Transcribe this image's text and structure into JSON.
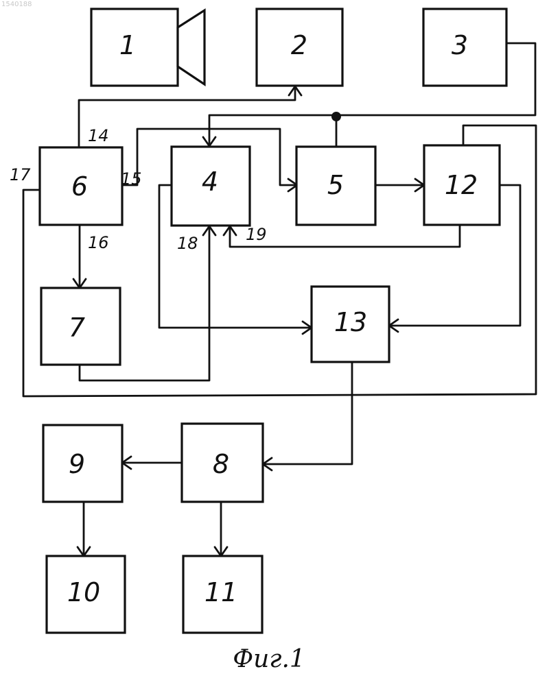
{
  "corner_mark": "1540188",
  "blocks": [
    {
      "id": "1",
      "label": "1"
    },
    {
      "id": "2",
      "label": "2"
    },
    {
      "id": "3",
      "label": "3"
    },
    {
      "id": "4",
      "label": "4"
    },
    {
      "id": "5",
      "label": "5"
    },
    {
      "id": "6",
      "label": "6"
    },
    {
      "id": "7",
      "label": "7"
    },
    {
      "id": "8",
      "label": "8"
    },
    {
      "id": "9",
      "label": "9"
    },
    {
      "id": "10",
      "label": "10"
    },
    {
      "id": "11",
      "label": "11"
    },
    {
      "id": "12",
      "label": "12"
    },
    {
      "id": "13",
      "label": "13"
    }
  ],
  "ports": [
    "14",
    "15",
    "16",
    "17",
    "18",
    "19"
  ],
  "caption": "Фиг.1"
}
